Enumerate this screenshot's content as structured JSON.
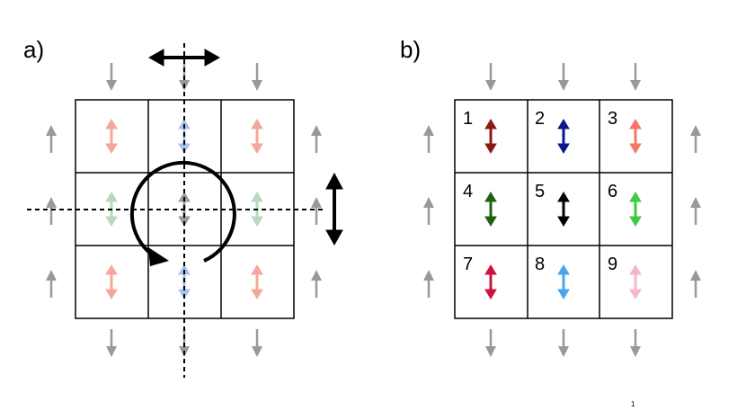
{
  "panels": {
    "a": {
      "label": "a)"
    },
    "b": {
      "label": "b)"
    }
  },
  "cell_numbers": [
    "1",
    "2",
    "3",
    "4",
    "5",
    "6",
    "7",
    "8",
    "9"
  ],
  "footnote": "1",
  "colors": {
    "outer_arrow": "#999999",
    "grid_line": "#000000",
    "a_corner": "#f4a79b",
    "a_edge_vertical": "#a7c0f0",
    "a_edge_horizontal": "#b7d9be",
    "a_center": "#999999",
    "b_cells": [
      "#8b1a10",
      "#0a1a8c",
      "#f4786a",
      "#1d6410",
      "#000000",
      "#3ecc3e",
      "#d0103e",
      "#4aa6ea",
      "#f7b8c6"
    ]
  },
  "icons": {
    "double_arrow": "updown-double-arrow-icon",
    "spin_arrow": "spin-arrow-icon",
    "rotation": "rotation-arrow-icon",
    "translation": "translation-double-arrow-icon",
    "mirror_line": "dashed-mirror-line"
  }
}
